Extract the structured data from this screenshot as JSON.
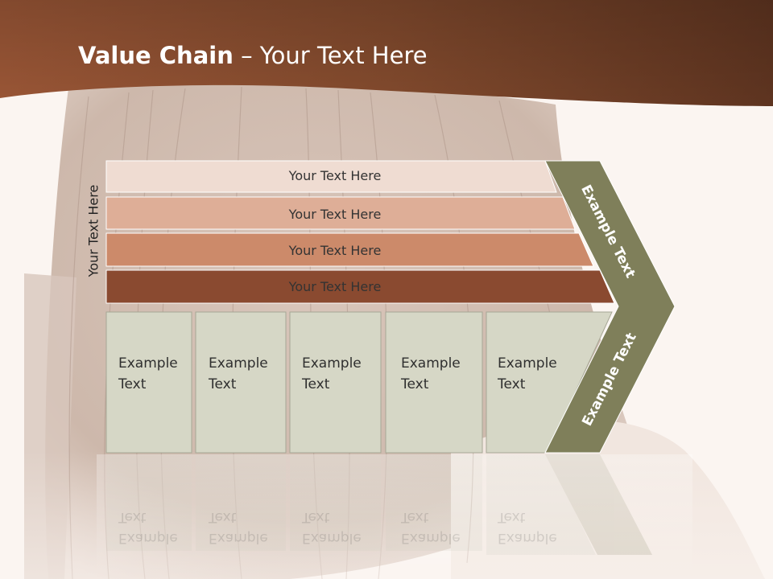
{
  "title": {
    "bold": "Value Chain",
    "rest": " – Your Text Here"
  },
  "side_label": "Your Text Here",
  "rows": [
    {
      "label": "Your Text Here",
      "color": "#efdcd2"
    },
    {
      "label": "Your Text Here",
      "color": "#deae97"
    },
    {
      "label": "Your Text Here",
      "color": "#cc8a6a"
    },
    {
      "label": "Your Text Here",
      "color": "#8a4a30"
    }
  ],
  "boxes": [
    {
      "line1": "Example",
      "line2": "Text"
    },
    {
      "line1": "Example",
      "line2": "Text"
    },
    {
      "line1": "Example",
      "line2": "Text"
    },
    {
      "line1": "Example",
      "line2": "Text"
    },
    {
      "line1": "Example",
      "line2": "Text"
    }
  ],
  "chevron": {
    "upper": "Example Text",
    "lower": "Example Text",
    "color": "#7f7f5a"
  },
  "colors": {
    "header": "#7a4128",
    "box_fill": "#d6d7c6",
    "box_border": "#a6a795"
  }
}
